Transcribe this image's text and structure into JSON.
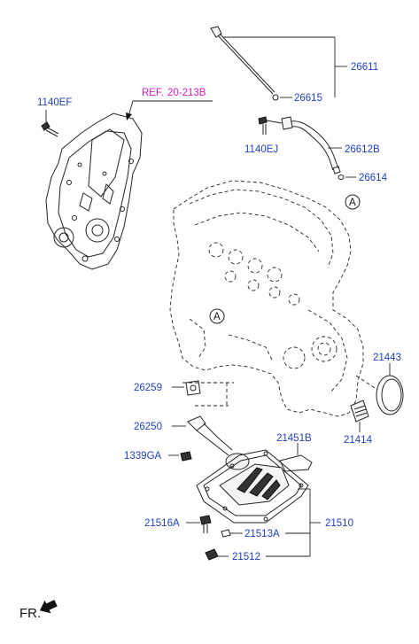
{
  "colors": {
    "part_label": "#1f3fbf",
    "reference_label": "#d21fc6",
    "line": "#222222"
  },
  "labels": {
    "ref": "REF.",
    "ref_code": "20-213B",
    "p1140EF": "1140EF",
    "p26611": "26611",
    "p26615": "26615",
    "p1140EJ": "1140EJ",
    "p26612B": "26612B",
    "p26614": "26614",
    "circleA_top": "A",
    "circleA_engine": "A",
    "p21443": "21443",
    "p26259": "26259",
    "p26250": "26250",
    "p21451B": "21451B",
    "p21414": "21414",
    "p1339GA": "1339GA",
    "p21510": "21510",
    "p21516A": "21516A",
    "p21513A": "21513A",
    "p21512": "21512",
    "fr": "FR."
  },
  "icons": {
    "front_arrow": "arrow-front-icon"
  }
}
